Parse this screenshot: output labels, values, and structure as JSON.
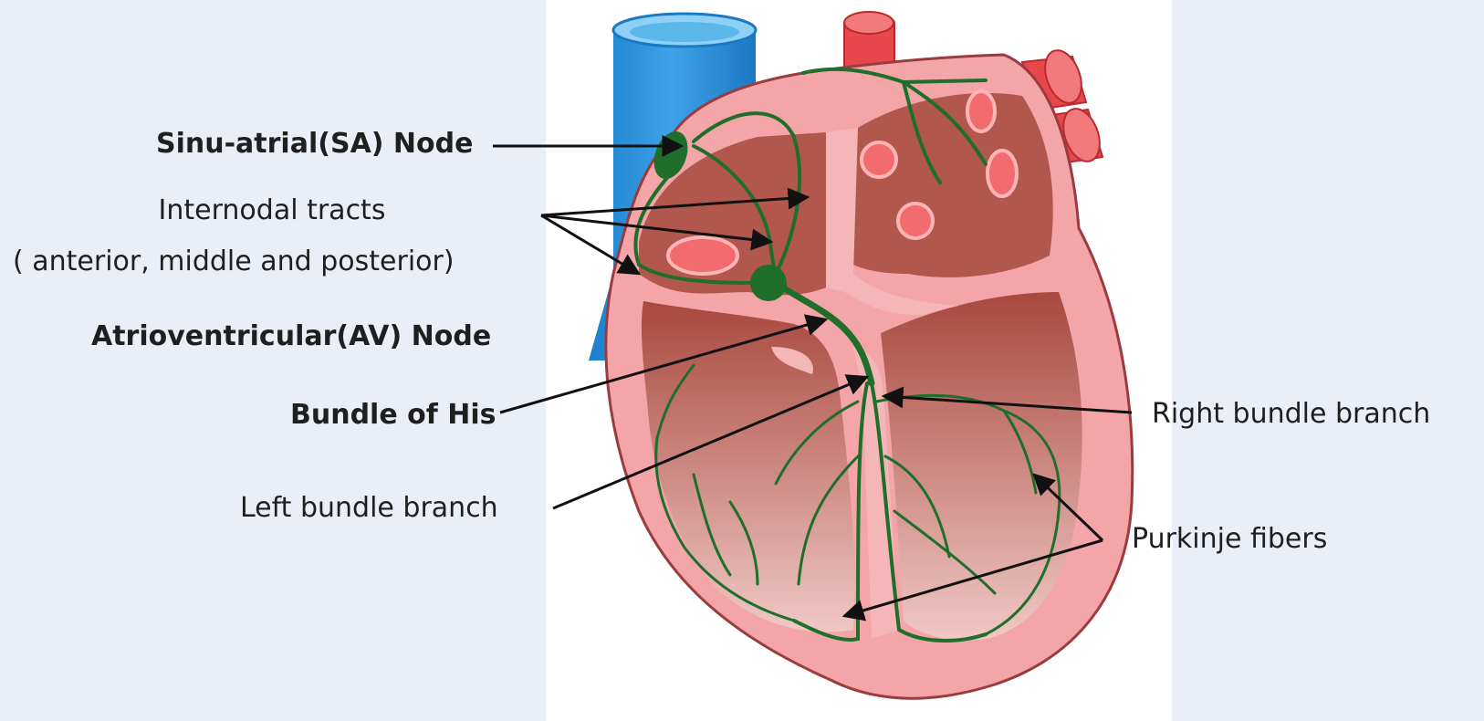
{
  "diagram": {
    "labels": {
      "sa_node": "Sinu-atrial(SA) Node",
      "internodal_line1": "Internodal tracts",
      "internodal_line2": "( anterior, middle and posterior)",
      "av_node": "Atrioventricular(AV) Node",
      "bundle_of_his": "Bundle of His",
      "left_bundle_branch": "Left bundle branch",
      "right_bundle_branch": "Right bundle branch",
      "purkinje_fibers": "Purkinje fibers"
    },
    "colors": {
      "background": "#e9eef7",
      "panel": "#ffffff",
      "heart_wall": "#f3a5a8",
      "chamber": "#b2574e",
      "septum": "#f4b6b6",
      "vena_cava": "#2a8fd6",
      "arteries": "#e8474b",
      "conduction": "#1f6e2b",
      "text": "#1f1f1f"
    }
  }
}
